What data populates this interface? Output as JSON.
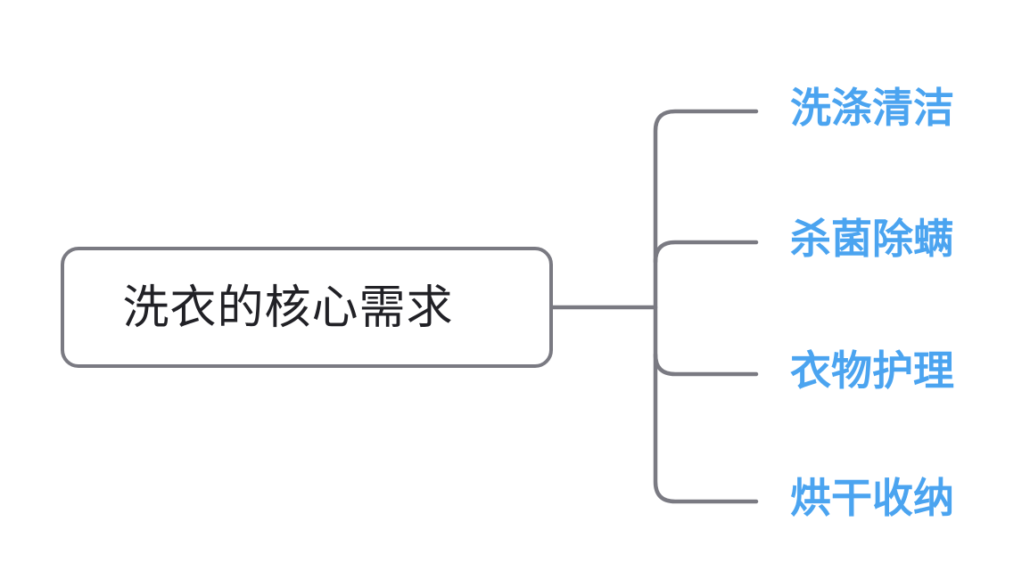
{
  "theme": {
    "canvas_background": "#ffffff",
    "line_color": "#7a7a82",
    "root_border_color": "#7a7a82",
    "root_text_color": "#212126",
    "branch_text_color": "#4ba4f0",
    "node_fill": "#ffffff"
  },
  "mindmap": {
    "root": {
      "label": "洗衣的核心需求"
    },
    "branches": [
      {
        "label": "洗涤清洁"
      },
      {
        "label": "杀菌除螨"
      },
      {
        "label": "衣物护理"
      },
      {
        "label": "烘干收纳"
      }
    ]
  }
}
